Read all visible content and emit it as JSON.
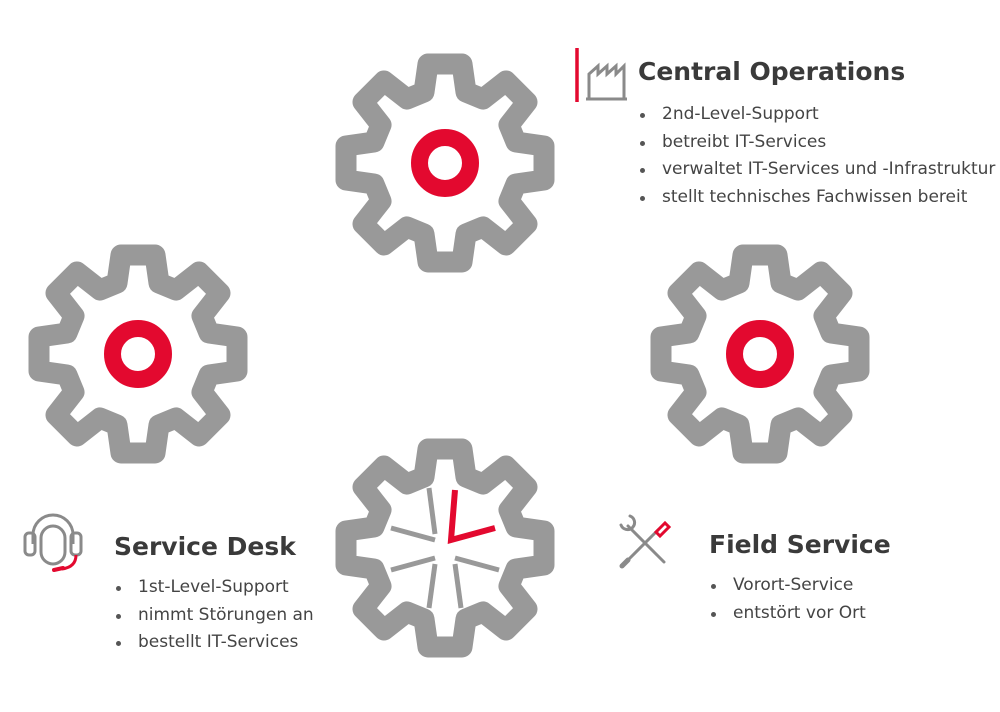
{
  "colors": {
    "gear": "#999999",
    "accent": "#e3092f",
    "icon": "#8a8a8a",
    "text": "#3c3c3c"
  },
  "central_operations": {
    "icon": "factory-icon",
    "title": "Central Operations",
    "items": [
      "2nd-Level-Support",
      "betreibt IT-Services",
      "verwaltet IT-Services und -Infrastruktur",
      "stellt technisches Fachwissen bereit"
    ]
  },
  "service_desk": {
    "icon": "headset-icon",
    "title": "Service Desk",
    "items": [
      "1st-Level-Support",
      "nimmt Störungen an",
      "bestellt IT-Services"
    ]
  },
  "field_service": {
    "icon": "tools-icon",
    "title": "Field Service",
    "items": [
      "Vorort-Service",
      "entstört vor Ort"
    ]
  },
  "center_gear": {
    "icon": "clock-icon"
  }
}
